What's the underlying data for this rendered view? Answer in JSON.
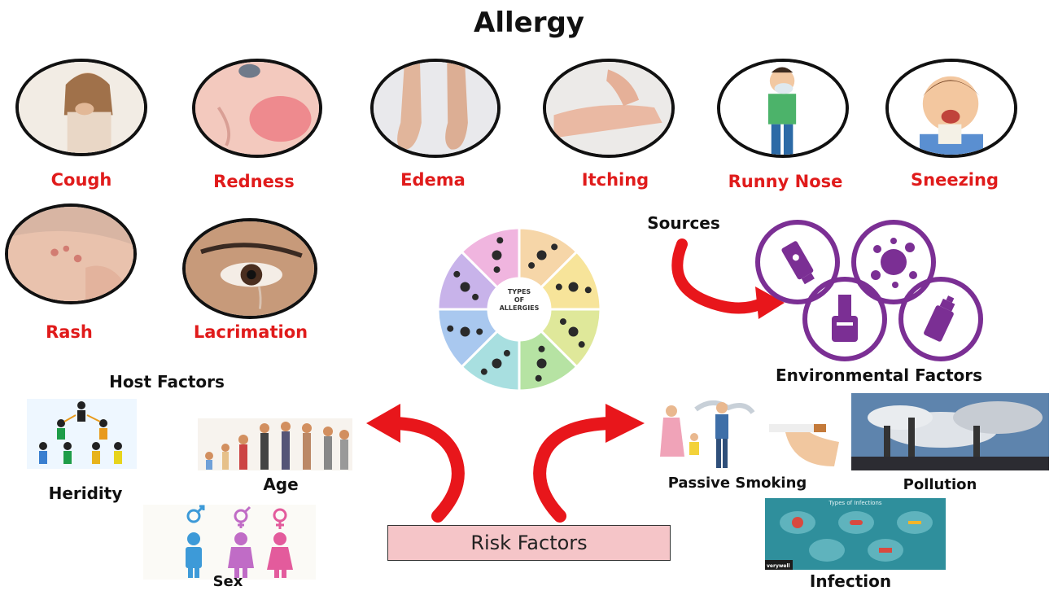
{
  "title": "Allergy",
  "symptoms": [
    "Cough",
    "Redness",
    "Edema",
    "Itching",
    "Runny Nose",
    "Sneezing",
    "Rash",
    "Lacrimation"
  ],
  "wheel": {
    "center_text": [
      "TYPES",
      "OF",
      "ALLERGIES"
    ],
    "segment_colors": [
      "#f6d6a8",
      "#f7e49a",
      "#dfe89a",
      "#b6e3a3",
      "#a8dfe0",
      "#a9c8ef",
      "#c8b3ea",
      "#f0b5df"
    ]
  },
  "sources_label": "Sources",
  "environmental_factors_label": "Environmental Factors",
  "host_factors_label": "Host Factors",
  "host_factors": {
    "heredity": "Heridity",
    "age": "Age",
    "sex": "Sex"
  },
  "environmental": {
    "passive_smoking": "Passive Smoking",
    "pollution": "Pollution",
    "infection": "Infection",
    "infection_panel_title": "Types of Infections",
    "infection_panel_brand": "verywell"
  },
  "risk_factors_label": "Risk Factors",
  "colors": {
    "symptom_text": "#e01b1b",
    "arrow": "#e8161b",
    "env_icons": "#7b2f94",
    "risk_box": "#f5c5c8"
  },
  "icons": {
    "sources": [
      "tube-icon",
      "splash-icon",
      "nail-polish-icon",
      "spray-can-icon"
    ],
    "sex_symbols": [
      "male-symbol-icon",
      "transgender-symbol-icon",
      "female-symbol-icon"
    ]
  }
}
